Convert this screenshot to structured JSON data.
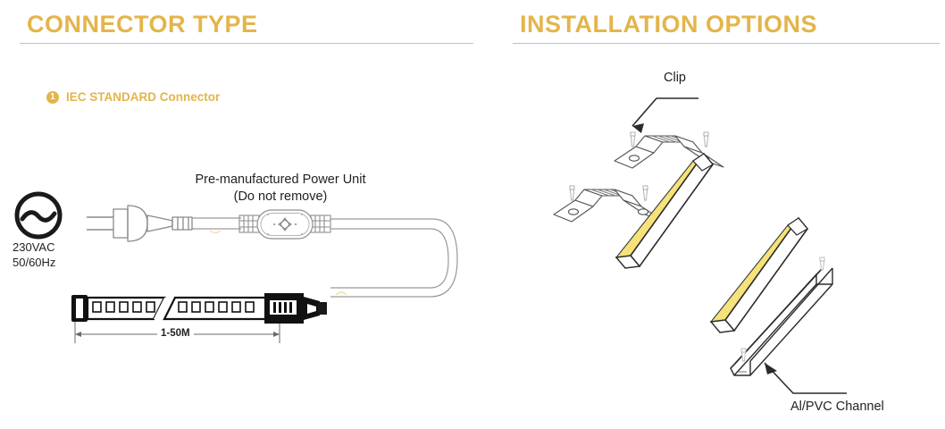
{
  "document": {
    "kind": "product-specification-diagram",
    "background_color": "#ffffff",
    "accent_color": "#e3b54a",
    "line_color": "#231f20",
    "rule_color": "#bfbfbf",
    "led_color": "#f5e27a"
  },
  "panels": {
    "left": {
      "title": "CONNECTOR TYPE",
      "bullet": {
        "number": "1",
        "label": "IEC STANDARD Connector"
      },
      "labels": {
        "voltage_line_1": "230VAC",
        "voltage_line_2": "50/60Hz",
        "power_unit_line_1": "Pre-manufactured Power Unit",
        "power_unit_line_2": "(Do not remove)",
        "strip_length": "1-50M"
      },
      "icons": [
        "ac-power-icon",
        "euro-plug-icon",
        "power-unit-icon",
        "led-strip-icon",
        "end-cap-icon",
        "strip-connector-icon",
        "cable-loop-icon",
        "dimension-line-icon"
      ]
    },
    "right": {
      "title": "INSTALLATION OPTIONS",
      "labels": {
        "clip": "Clip",
        "channel": "Al/PVC Channel"
      },
      "icons": [
        "mounting-clip-icon",
        "screw-icon",
        "led-strip-bar-icon",
        "u-channel-icon",
        "arrow-down-left-icon",
        "arrow-up-left-icon"
      ],
      "options": [
        {
          "name": "Clip",
          "count": 2
        },
        {
          "name": "Al/PVC Channel",
          "count": 1
        }
      ]
    }
  }
}
